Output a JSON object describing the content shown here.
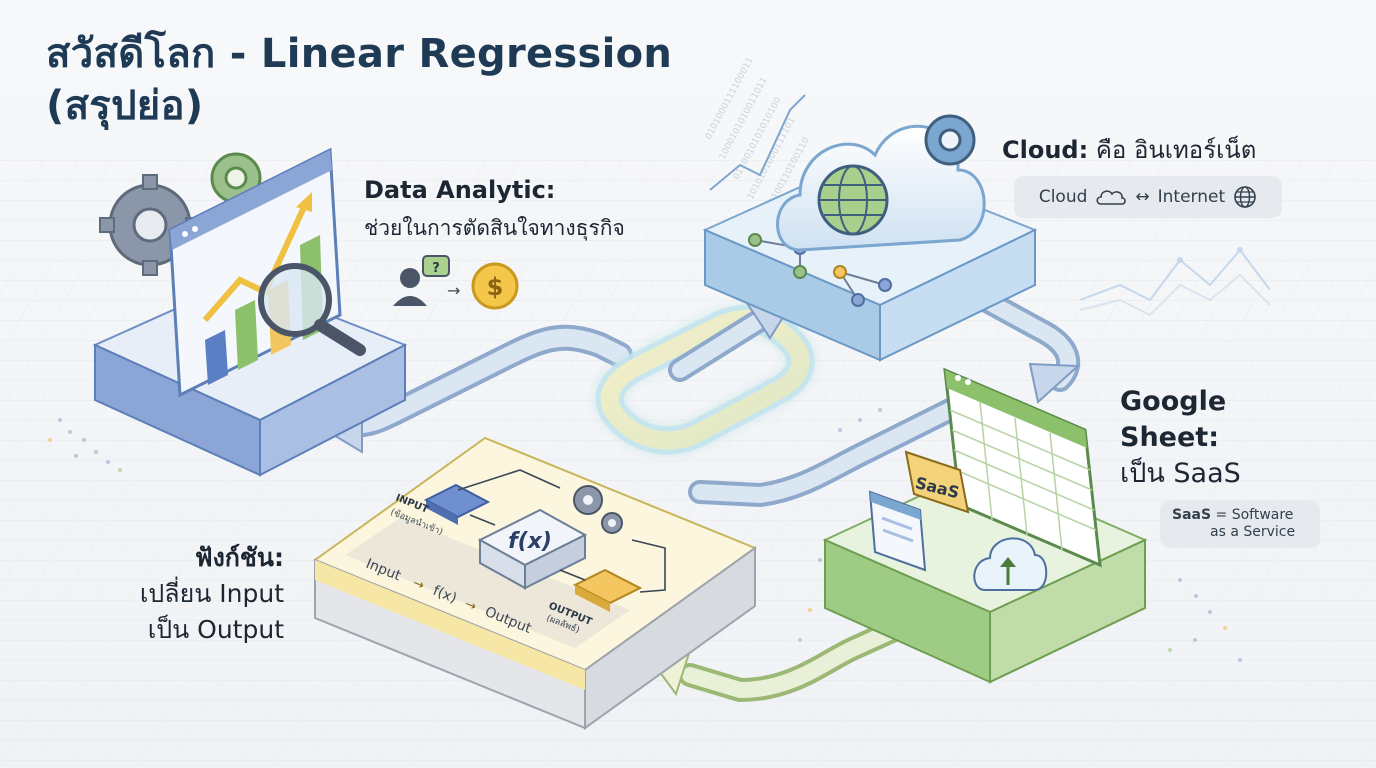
{
  "title": {
    "line1": "สวัสดีโลก - Linear Regression",
    "line2": "(สรุปย่อ)"
  },
  "data_analytic": {
    "heading": "Data Analytic:",
    "description": "ช่วยในการตัดสินใจทางธุรกิจ",
    "question_mark": "?",
    "dollar_sign": "$"
  },
  "cloud": {
    "heading": "Cloud:",
    "description": "คือ อินเทอร์เน็ต",
    "pill_left": "Cloud",
    "pill_right": "Internet"
  },
  "google_sheet": {
    "line1": "Google",
    "line2": "Sheet:",
    "line3": "เป็น SaaS",
    "saas_badge": "SaaS",
    "def_term": "SaaS",
    "def_line1": "= Software",
    "def_line2": "as a Service"
  },
  "function": {
    "line1": "ฟังก์ชัน:",
    "line2": "เปลี่ยน Input",
    "line3": "เป็น Output",
    "input_label": "INPUT",
    "input_sub": "(ข้อมูลนำเข้า)",
    "fx_label": "f(x)",
    "output_label": "OUTPUT",
    "output_sub": "(ผลลัพธ์)",
    "flow_input": "Input",
    "flow_fx": "f(x)",
    "flow_output": "Output"
  },
  "decor": {
    "binary_lines": [
      "0101000111100011",
      "1000101010011011",
      "0110010101010100",
      "1010101000111101",
      "0101100110100110"
    ]
  }
}
